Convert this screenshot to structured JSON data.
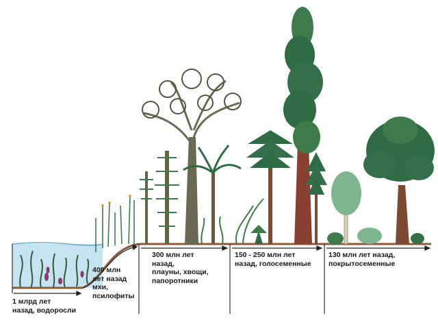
{
  "eras": [
    {
      "id": "algae",
      "label": "1 млрд лет\nназад, водоросли"
    },
    {
      "id": "mosses",
      "label": "400 млн\nлет назад\nмхи,\nпсилофиты"
    },
    {
      "id": "ferns",
      "label": "300 млн лет\nназад,\nплауны, хвощи,\nпапоротники"
    },
    {
      "id": "gymnosperms",
      "label": "150 - 250 млн лет\nназад, голосеменные"
    },
    {
      "id": "angiosperms",
      "label": "130 млн лет назад,\nпокрытосеменные"
    }
  ],
  "colors": {
    "water": "#bfe0ee",
    "ground": "#8a5a3c",
    "foliage_dark": "#2f6b45",
    "foliage_light": "#7fb58f",
    "trunk": "#7a4a32"
  }
}
